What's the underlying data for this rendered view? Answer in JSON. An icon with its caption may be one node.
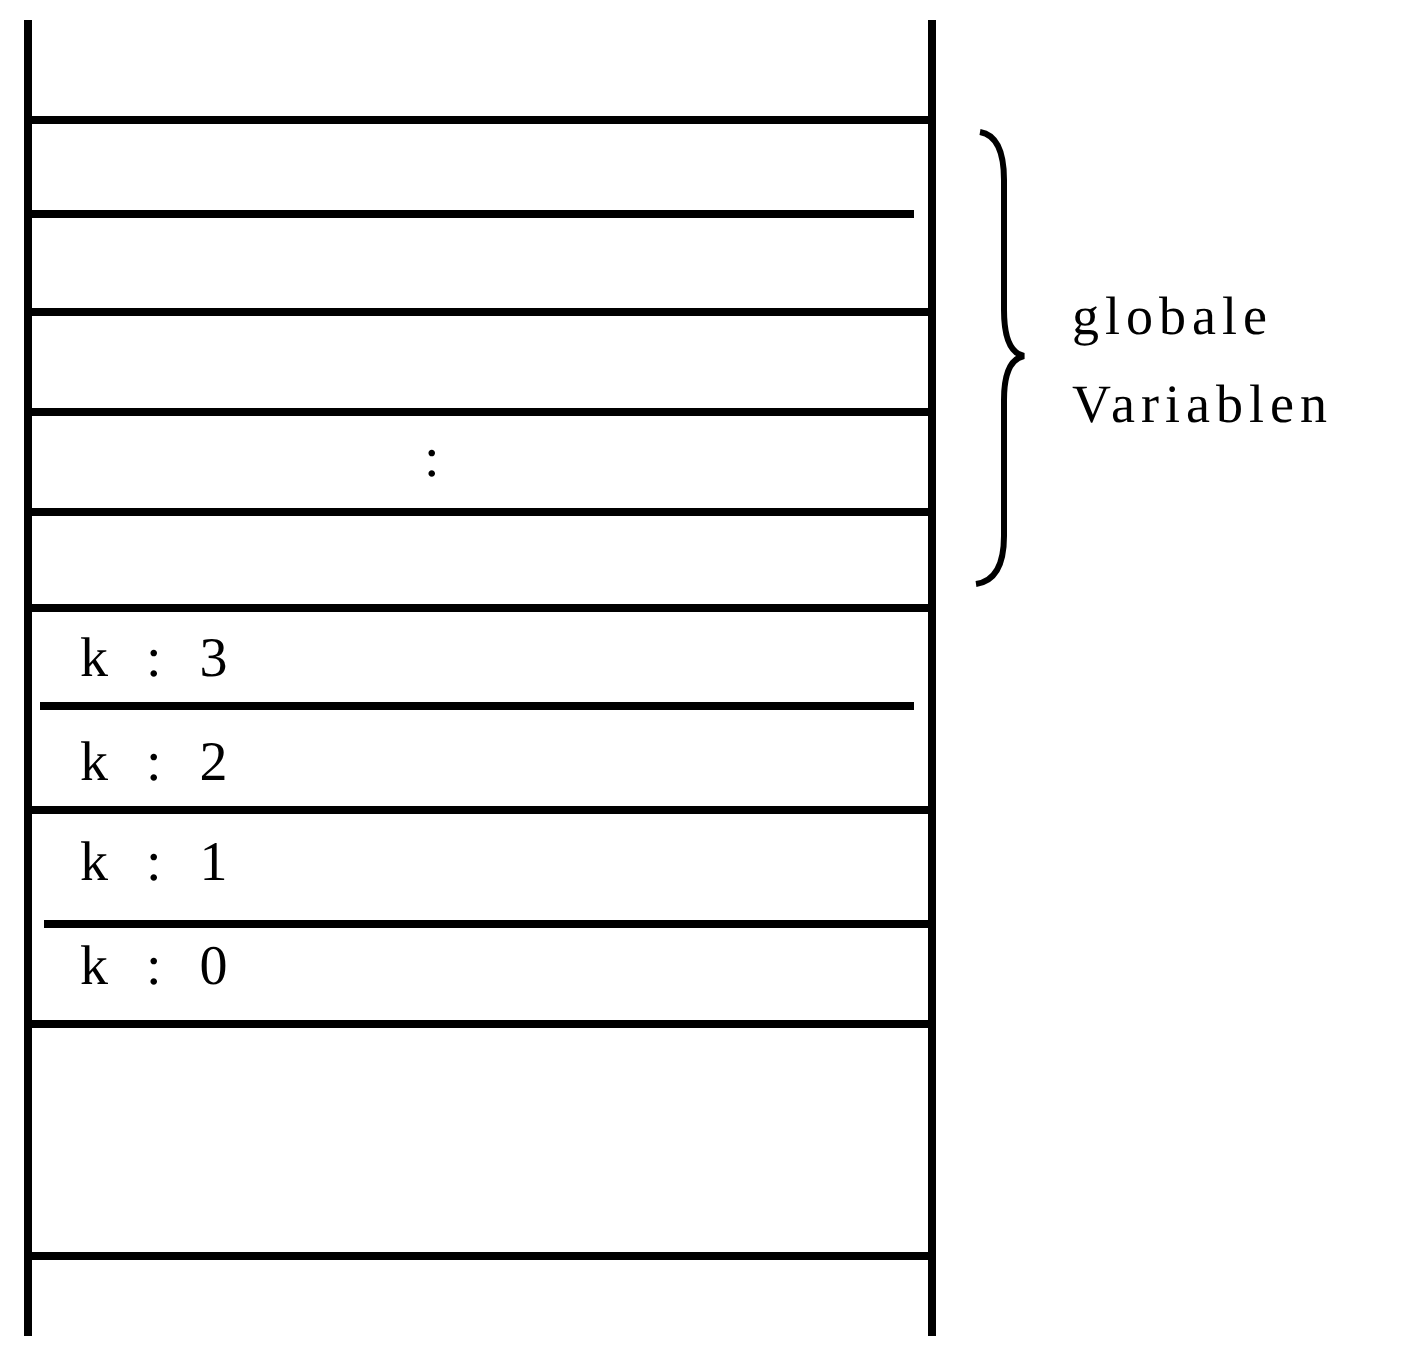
{
  "diagram": {
    "labels": [
      ":",
      "k : 3",
      "k : 2",
      "k : 1",
      "k : 0",
      "globale Variablen"
    ]
  }
}
